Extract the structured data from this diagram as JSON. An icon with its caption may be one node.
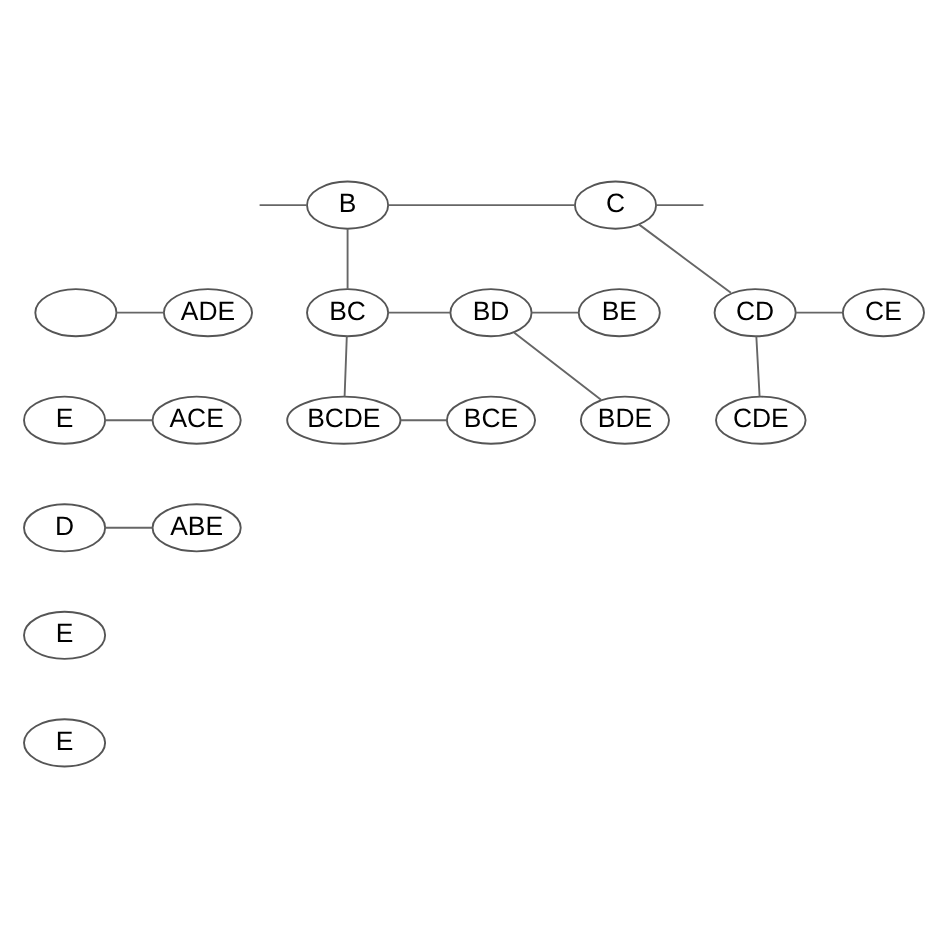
{
  "diagram": {
    "nodes": [
      {
        "text": [
          "B"
        ]
      },
      {
        "text": [
          "C"
        ]
      },
      {
        "text": [],
        "shape": "ellipse"
      },
      {
        "text": [
          "ADE"
        ]
      },
      {
        "text": [
          "BC"
        ]
      },
      {
        "text": [
          "BD"
        ]
      },
      {
        "text": [
          "BE"
        ]
      },
      {
        "text": [
          "CD"
        ]
      },
      {
        "text": [
          "CE"
        ]
      },
      {
        "text": [
          "E"
        ]
      },
      {
        "text": [
          "ACE"
        ]
      },
      {
        "text": [
          "BDE"
        ]
      },
      {
        "text": [
          "CDE"
        ]
      },
      {
        "text": [
          "BCDE"
        ]
      },
      {
        "text": [
          "BCE"
        ]
      },
      {
        "text": [
          "D"
        ]
      },
      {
        "text": [
          "ABE"
        ]
      },
      {
        "text": [
          "E"
        ]
      },
      {
        "text": [
          "E"
        ]
      }
    ],
    "edges": [
      {
        "from": null,
        "to": 0,
        "arrow": "none"
      },
      {
        "from": 0,
        "to": 1,
        "arrow": "none"
      },
      {
        "from": 1,
        "to": null,
        "arrow": "none"
      },
      {
        "from": 0,
        "to": 4,
        "arrow": "none"
      },
      {
        "from": 4,
        "to": 5,
        "arrow": "none"
      },
      {
        "from": 5,
        "to": 6,
        "arrow": "none"
      },
      {
        "from": 5,
        "to": 11,
        "arrow": "none"
      },
      {
        "from": 4,
        "to": 13,
        "arrow": "none"
      },
      {
        "from": 13,
        "to": 14,
        "arrow": "none"
      },
      {
        "from": 1,
        "to": 7,
        "arrow": "none"
      },
      {
        "from": 7,
        "to": 8,
        "arrow": "none"
      },
      {
        "from": 7,
        "to": 12,
        "arrow": "none"
      },
      {
        "from": 2,
        "to": 3,
        "arrow": "none"
      },
      {
        "from": 9,
        "to": 10,
        "arrow": "none"
      },
      {
        "from": 15,
        "to": 16,
        "arrow": "none"
      }
    ]
  }
}
